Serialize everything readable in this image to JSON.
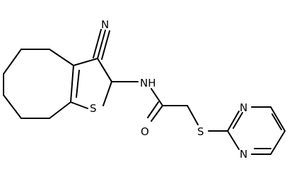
{
  "molecule": {
    "atoms": {
      "nitrile_n": "N",
      "ring_s": "S",
      "amide_nh": "NH",
      "carbonyl_o": "O",
      "thioether_s": "S",
      "pyrimidine_n1": "N",
      "pyrimidine_n2": "N"
    },
    "colors": {
      "bond": "#000000",
      "label": "#000000",
      "background": "#ffffff"
    }
  }
}
